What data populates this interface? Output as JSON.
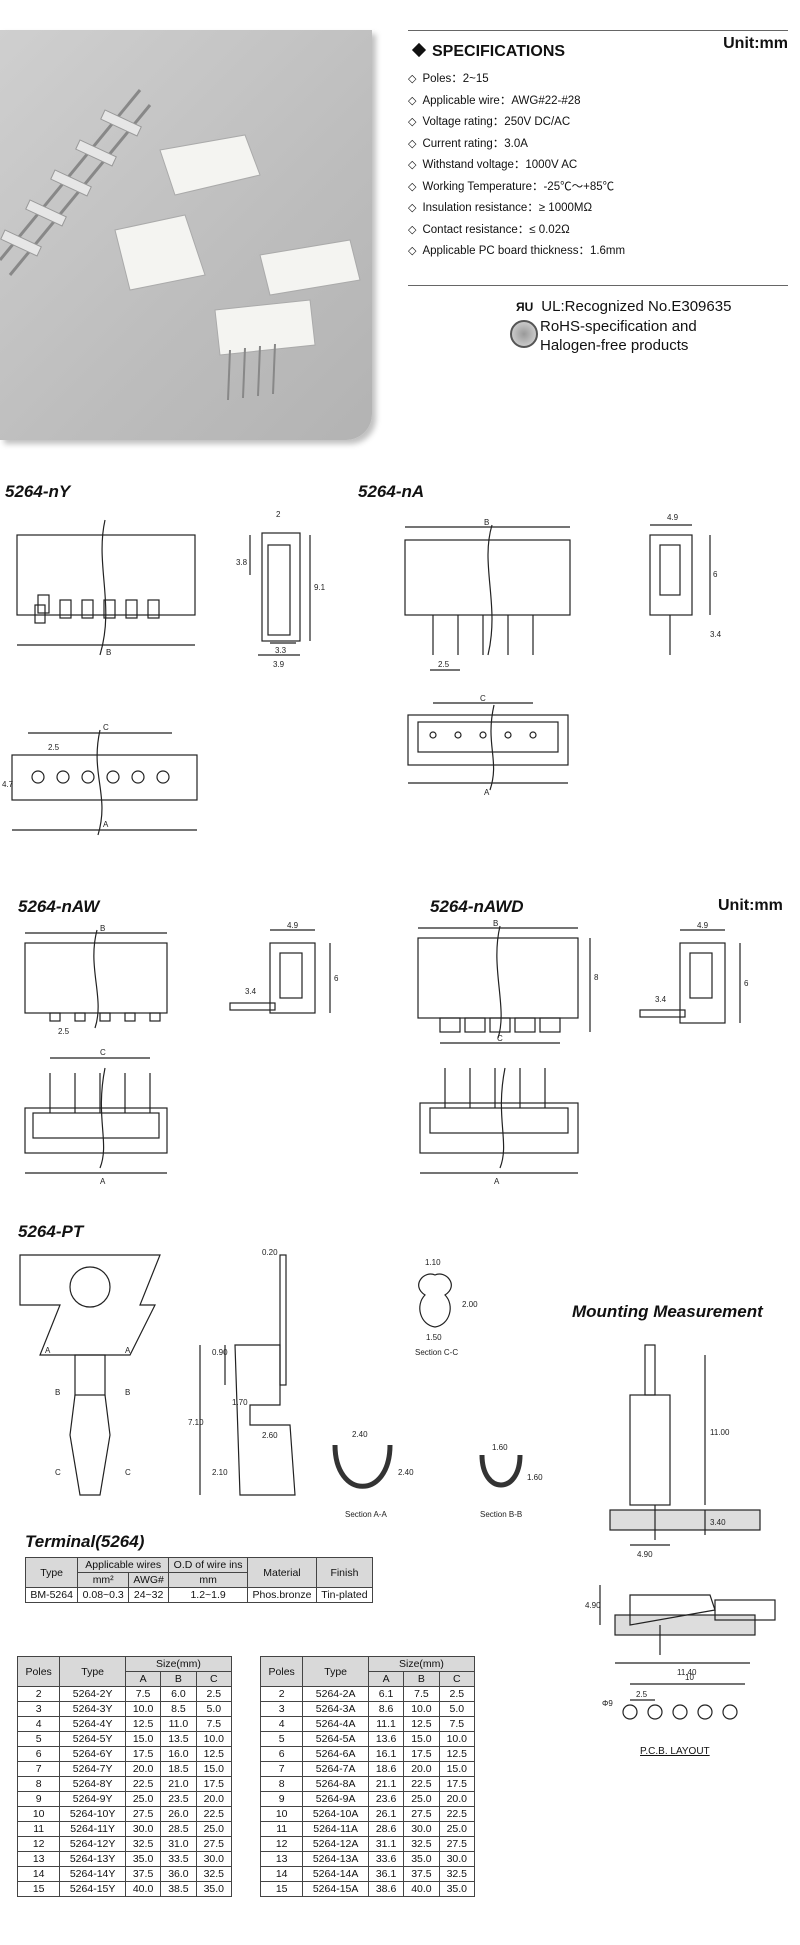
{
  "specs": {
    "title": "SPECIFICATIONS",
    "unit": "Unit:mm",
    "items": [
      "Poles：2~15",
      "Applicable wire：AWG#22-#28",
      "Voltage rating：250V DC/AC",
      "Current rating：3.0A",
      "Withstand voltage：1000V AC",
      "Working Temperature：-25℃～+85℃",
      "Insulation resistance：≥ 1000MΩ",
      "Contact resistance：≤ 0.02Ω",
      "Applicable PC board thickness：1.6mm"
    ],
    "ul_text": "UL:Recognized No.E309635",
    "rohs_text_1": "RoHS-specification and",
    "rohs_text_2": "Halogen-free products"
  },
  "sections": {
    "nY": "5264-nY",
    "nA": "5264-nA",
    "nAW": "5264-nAW",
    "nAWD": "5264-nAWD",
    "unit2": "Unit:mm",
    "PT": "5264-PT",
    "mounting": "Mounting Measurement",
    "terminal": "Terminal(5264)",
    "pcb": "P.C.B. LAYOUT"
  },
  "dims": {
    "nY": {
      "top": "2",
      "h1": "3.8",
      "h2": "9.1",
      "w1": "3.3",
      "w2": "3.9",
      "B": "B",
      "C": "C",
      "A": "A",
      "pitch": "2.5",
      "h3": "4.7"
    },
    "nA": {
      "B": "B",
      "w": "4.9",
      "h1": "6",
      "h2": "3.4",
      "pitch": "2.5",
      "C": "C",
      "A": "A"
    },
    "nAW": {
      "B": "B",
      "w": "4.9",
      "h": "6",
      "l": "3.4",
      "pitch": "2.5",
      "C": "C",
      "A": "A"
    },
    "nAWD": {
      "B": "B",
      "w": "4.9",
      "h": "6",
      "l": "3.4",
      "h2": "8",
      "C": "C",
      "A": "A"
    },
    "PT": {
      "t": "0.20",
      "d1": "0.90",
      "d2": "1.70",
      "d3": "7.10",
      "d4": "2.60",
      "d5": "2.10",
      "cc_w": "1.10",
      "cc_h": "2.00",
      "cc_b": "1.50",
      "cc_label": "Section C-C",
      "aa_w": "2.40",
      "aa_h": "2.40",
      "aa_label": "Section A-A",
      "bb_w": "1.60",
      "bb_h": "1.60",
      "bb_label": "Section B-B",
      "A": "A",
      "B": "B",
      "C": "C"
    },
    "mount": {
      "h1": "11.00",
      "h2": "3.40",
      "w1": "4.90",
      "h3": "4.90",
      "w2": "11.40",
      "pcb_w": "10",
      "pcb_p": "2.5",
      "pcb_d": "Φ9"
    }
  },
  "terminal_table": {
    "headers": [
      "Type",
      "Applicable wires",
      "O.D of wire ins",
      "Material",
      "Finish"
    ],
    "sub": [
      "mm²",
      "AWG#",
      "mm"
    ],
    "row": [
      "BM-5264",
      "0.08~0.3",
      "24~32",
      "1.2~1.9",
      "Phos.bronze",
      "Tin-plated"
    ]
  },
  "size_table_y": {
    "headers": [
      "Poles",
      "Type",
      "Size(mm)",
      "A",
      "B",
      "C"
    ],
    "rows": [
      [
        "2",
        "5264-2Y",
        "7.5",
        "6.0",
        "2.5"
      ],
      [
        "3",
        "5264-3Y",
        "10.0",
        "8.5",
        "5.0"
      ],
      [
        "4",
        "5264-4Y",
        "12.5",
        "11.0",
        "7.5"
      ],
      [
        "5",
        "5264-5Y",
        "15.0",
        "13.5",
        "10.0"
      ],
      [
        "6",
        "5264-6Y",
        "17.5",
        "16.0",
        "12.5"
      ],
      [
        "7",
        "5264-7Y",
        "20.0",
        "18.5",
        "15.0"
      ],
      [
        "8",
        "5264-8Y",
        "22.5",
        "21.0",
        "17.5"
      ],
      [
        "9",
        "5264-9Y",
        "25.0",
        "23.5",
        "20.0"
      ],
      [
        "10",
        "5264-10Y",
        "27.5",
        "26.0",
        "22.5"
      ],
      [
        "11",
        "5264-11Y",
        "30.0",
        "28.5",
        "25.0"
      ],
      [
        "12",
        "5264-12Y",
        "32.5",
        "31.0",
        "27.5"
      ],
      [
        "13",
        "5264-13Y",
        "35.0",
        "33.5",
        "30.0"
      ],
      [
        "14",
        "5264-14Y",
        "37.5",
        "36.0",
        "32.5"
      ],
      [
        "15",
        "5264-15Y",
        "40.0",
        "38.5",
        "35.0"
      ]
    ]
  },
  "size_table_a": {
    "headers": [
      "Poles",
      "Type",
      "Size(mm)",
      "A",
      "B",
      "C"
    ],
    "rows": [
      [
        "2",
        "5264-2A",
        "6.1",
        "7.5",
        "2.5"
      ],
      [
        "3",
        "5264-3A",
        "8.6",
        "10.0",
        "5.0"
      ],
      [
        "4",
        "5264-4A",
        "11.1",
        "12.5",
        "7.5"
      ],
      [
        "5",
        "5264-5A",
        "13.6",
        "15.0",
        "10.0"
      ],
      [
        "6",
        "5264-6A",
        "16.1",
        "17.5",
        "12.5"
      ],
      [
        "7",
        "5264-7A",
        "18.6",
        "20.0",
        "15.0"
      ],
      [
        "8",
        "5264-8A",
        "21.1",
        "22.5",
        "17.5"
      ],
      [
        "9",
        "5264-9A",
        "23.6",
        "25.0",
        "20.0"
      ],
      [
        "10",
        "5264-10A",
        "26.1",
        "27.5",
        "22.5"
      ],
      [
        "11",
        "5264-11A",
        "28.6",
        "30.0",
        "25.0"
      ],
      [
        "12",
        "5264-12A",
        "31.1",
        "32.5",
        "27.5"
      ],
      [
        "13",
        "5264-13A",
        "33.6",
        "35.0",
        "30.0"
      ],
      [
        "14",
        "5264-14A",
        "36.1",
        "37.5",
        "32.5"
      ],
      [
        "15",
        "5264-15A",
        "38.6",
        "40.0",
        "35.0"
      ]
    ]
  }
}
